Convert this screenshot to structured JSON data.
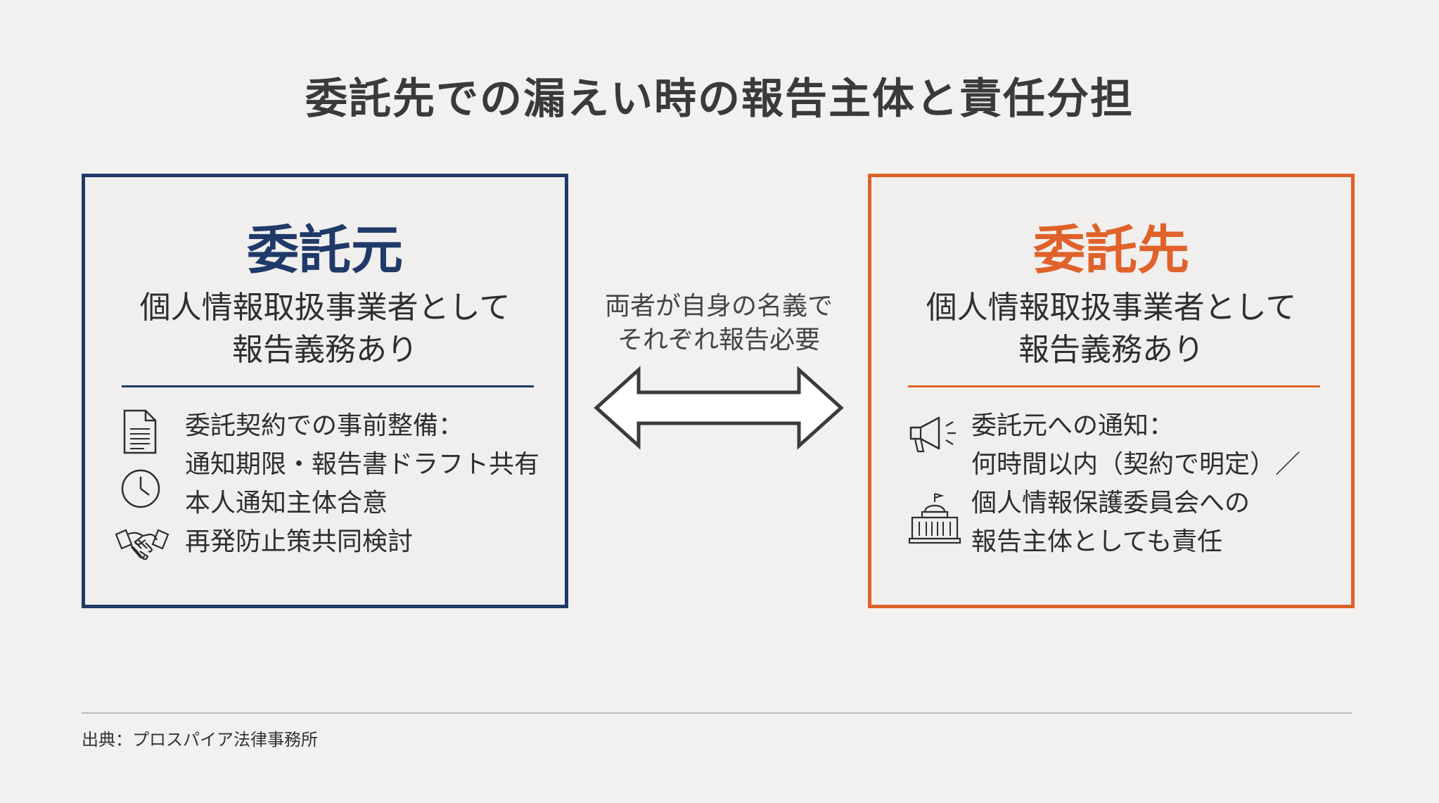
{
  "title": "委託先での漏えい時の報告主体と責任分担",
  "left_panel": {
    "heading": "委託元",
    "subtitle": [
      "個人情報取扱事業者として",
      "報告義務あり"
    ],
    "lines": [
      "委託契約での事前整備：",
      "通知期限・報告書ドラフト共有",
      "本人通知主体合意",
      "再発防止策共同検討"
    ],
    "icons": [
      "document-icon",
      "clock-icon",
      "handshake-icon"
    ],
    "accent_color": "#1f3a68"
  },
  "right_panel": {
    "heading": "委託先",
    "subtitle": [
      "個人情報取扱事業者として",
      "報告義務あり"
    ],
    "lines": [
      "委託元への通知：",
      "何時間以内（契約で明定）／",
      "個人情報保護委員会への",
      "報告主体としても責任"
    ],
    "icons": [
      "megaphone-icon",
      "government-building-icon"
    ],
    "accent_color": "#e0622a"
  },
  "center": {
    "text": [
      "両者が自身の名義で",
      "それぞれ報告必要"
    ],
    "arrow_icon": "double-arrow-icon"
  },
  "footer": {
    "source": "出典：プロスパイア法律事務所"
  }
}
